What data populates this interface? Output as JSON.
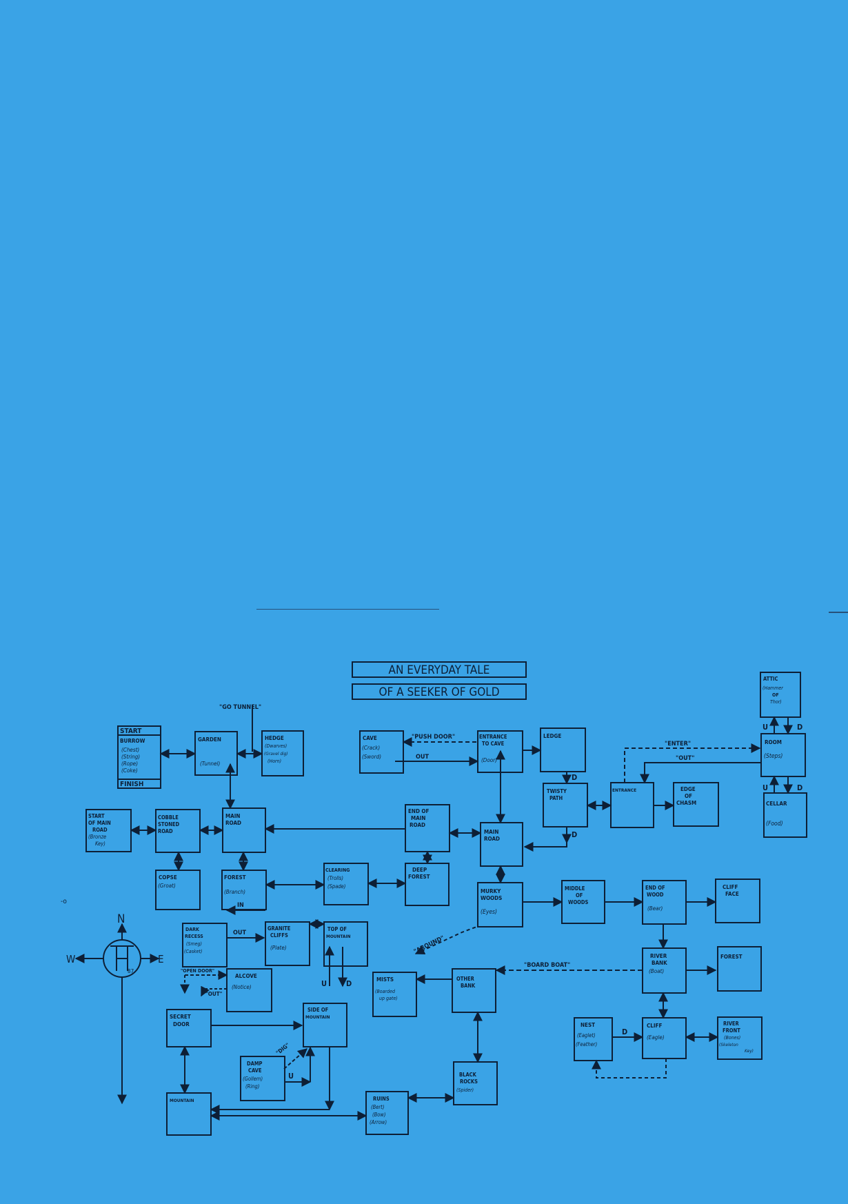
{
  "title": {
    "line1": "AN EVERYDAY TALE",
    "line2": "OF A SEEKER OF GOLD"
  },
  "compass": {
    "n": "N",
    "w": "W",
    "e": "E",
    "number": "87"
  },
  "stray_mark": "-o",
  "colors": {
    "background": "#3aa3e6",
    "ink": "#0d1f36"
  },
  "nodes": {
    "start_burrow": [
      "START",
      "BURROW",
      "(Chest)",
      "(String)",
      "(Rope)",
      "(Coke)",
      "FINISH"
    ],
    "garden": [
      "GARDEN",
      "(Tunnel)"
    ],
    "hedge": [
      "HEDGE",
      "(Dwarves)",
      "(Gravel dig)",
      "(Horn)"
    ],
    "start_main_road": [
      "START",
      "OF MAIN",
      "ROAD",
      "(Bronze",
      "Key)"
    ],
    "cobble": [
      "COBBLE",
      "STONED",
      "ROAD"
    ],
    "main_road_1": [
      "MAIN",
      "ROAD"
    ],
    "copse": [
      "COPSE",
      "(Groat)"
    ],
    "forest_1": [
      "FOREST",
      "(Branch)"
    ],
    "clearing": [
      "CLEARING",
      "(Trolls)",
      "(Spade)"
    ],
    "end_main_road": [
      "END OF",
      "MAIN",
      "ROAD"
    ],
    "deep_forest": [
      "DEEP",
      "FOREST"
    ],
    "cave": [
      "CAVE",
      "(Crack)",
      "(Sword)"
    ],
    "entrance_cave": [
      "ENTRANCE",
      "TO CAVE",
      "(Door)"
    ],
    "ledge": [
      "LEDGE"
    ],
    "twisty": [
      "TWISTY",
      "PATH"
    ],
    "main_road_2": [
      "MAIN",
      "ROAD"
    ],
    "entrance": [
      "ENTRANCE"
    ],
    "edge_chasm": [
      "EDGE",
      "OF",
      "CHASM"
    ],
    "attic": [
      "ATTIC",
      "(Hammer",
      "OF",
      "Thor)"
    ],
    "room": [
      "ROOM",
      "(Steps)"
    ],
    "cellar": [
      "CELLAR",
      "(Food)"
    ],
    "murky": [
      "MURKY",
      "WOODS",
      "(Eyes)"
    ],
    "middle_woods": [
      "MIDDLE",
      "OF",
      "WOODS"
    ],
    "end_wood": [
      "END OF",
      "WOOD",
      "(Bear)"
    ],
    "cliff_face": [
      "CLIFF",
      "FACE"
    ],
    "dark_recess": [
      "DARK",
      "RECESS",
      "(Smeg)",
      "(Casket)"
    ],
    "granite": [
      "GRANITE",
      "CLIFFS",
      "(Plate)"
    ],
    "top_mountain": [
      "TOP OF",
      "MOUNTAIN"
    ],
    "alcove": [
      "ALCOVE",
      "(Notice)"
    ],
    "secret_door": [
      "SECRET",
      "DOOR"
    ],
    "side_mountain": [
      "SIDE OF",
      "MOUNTAIN"
    ],
    "damp_cave": [
      "DAMP",
      "CAVE",
      "(Gollem)",
      "(Ring)"
    ],
    "mountain": [
      "MOUNTAIN"
    ],
    "mists": [
      "MISTS",
      "(Boarded",
      "up gate)"
    ],
    "other_bank": [
      "OTHER",
      "BANK"
    ],
    "black_rocks": [
      "BLACK",
      "ROCKS",
      "(Spider)"
    ],
    "ruins": [
      "RUINS",
      "(Bert)",
      "(Bow)",
      "(Arrow)"
    ],
    "river_bank": [
      "RIVER",
      "BANK",
      "(Boat)"
    ],
    "forest_2": [
      "FOREST"
    ],
    "nest": [
      "NEST",
      "(Eaglet)",
      "(Feather)"
    ],
    "cliff": [
      "CLIFF",
      "(Eagle)"
    ],
    "river_front": [
      "RIVER",
      "FRONT",
      "(Bones)",
      "(Skeleton",
      "Key)"
    ]
  },
  "labels": {
    "go_tunnel": "\"GO TUNNEL\"",
    "push_door": "\"PUSH DOOR\"",
    "out_cave": "OUT",
    "enter": "\"ENTER\"",
    "out_room": "\"OUT\"",
    "around": "\"AROUND\"",
    "board_boat": "\"BOARD BOAT\"",
    "in_dark": "IN",
    "out_dark": "OUT",
    "open_door": "\"OPEN DOOR\"",
    "out_alcove": "\"OUT\"",
    "dig": "\"DIG\"",
    "u": "U",
    "d": "D"
  }
}
